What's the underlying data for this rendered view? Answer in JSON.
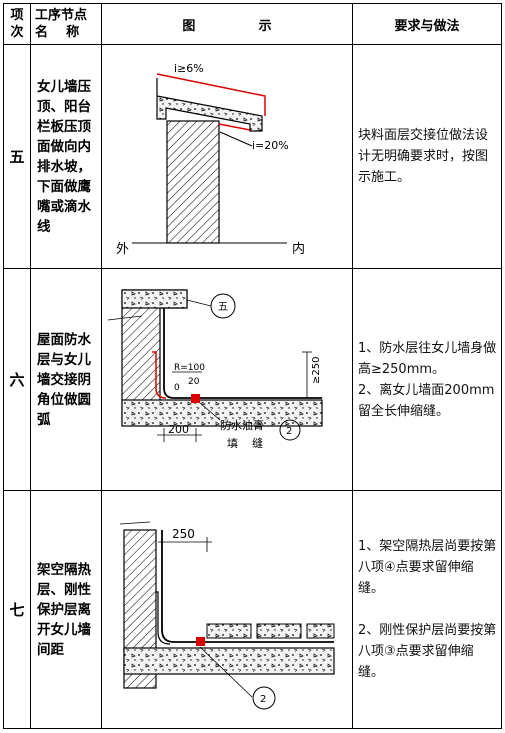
{
  "headers": {
    "index_line1": "项",
    "index_line2": "次",
    "name_line1": "工序节点",
    "name_line2": "名    称",
    "figure": "图              示",
    "requirements": "要求与做法"
  },
  "rows": [
    {
      "index": "五",
      "name": "女儿墙压顶、阳台栏板压顶面做向内排水坡，下面做鹰嘴或滴水线",
      "requirements": [
        "块料面层交接位做法设计无明确要求时，按图示施工。"
      ],
      "figure_labels": {
        "slope_top": "i≥6%",
        "slope_bottom": "i=20%",
        "outside": "外",
        "inside": "内"
      }
    },
    {
      "index": "六",
      "name": "屋面防水层与女儿墙交接阴角位做圆弧",
      "requirements": [
        "1、防水层往女儿墙身做高≥250mm。",
        "2、离女儿墙面200mm留全长伸缩缝。"
      ],
      "figure_labels": {
        "callout_top": "五",
        "radius": "R=100",
        "d20": "20",
        "d0": "0",
        "height": "≥250",
        "distance": "200",
        "sealant_line1": "防水油膏",
        "sealant_line2": "填    缝",
        "callout_bottom": "2"
      }
    },
    {
      "index": "七",
      "name": "架空隔热层、刚性保护层离开女儿墙间距",
      "requirements": [
        "1、架空隔热层尚要按第八项④点要求留伸缩缝。",
        "2、刚性保护层尚要按第八项③点要求留伸缩缝。"
      ],
      "figure_labels": {
        "distance": "250",
        "callout_bottom": "2"
      }
    }
  ]
}
